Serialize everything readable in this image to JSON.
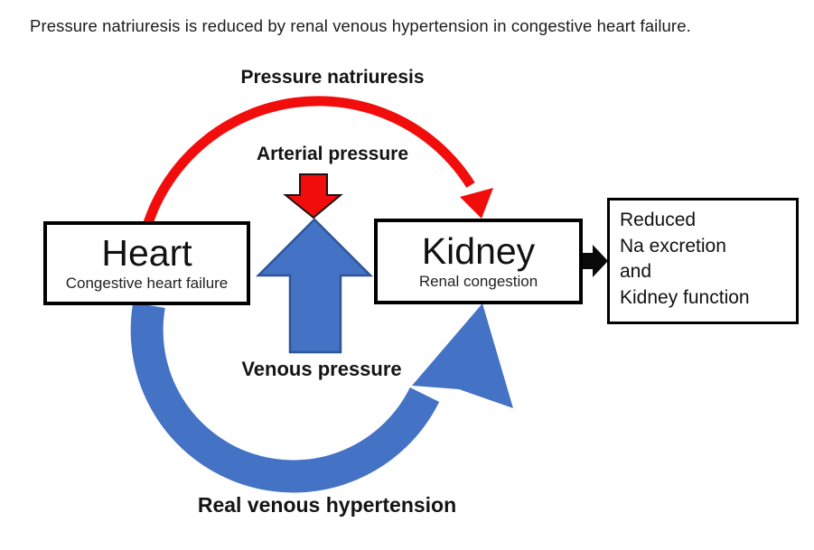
{
  "caption": "Pressure natriuresis is reduced by renal venous hypertension in congestive heart failure.",
  "labels": {
    "pressure_natriuresis": "Pressure natriuresis",
    "arterial_pressure": "Arterial pressure",
    "venous_pressure": "Venous pressure",
    "renal_venous_hypertension": "Real venous hypertension"
  },
  "nodes": {
    "heart": {
      "title": "Heart",
      "subtitle": "Congestive heart failure"
    },
    "kidney": {
      "title": "Kidney",
      "subtitle": "Renal congestion"
    },
    "outcome": {
      "lines": [
        "Reduced",
        "Na excretion",
        "and",
        "Kidney function"
      ]
    }
  },
  "colors": {
    "arrow_red": "#f20d0d",
    "arrow_blue": "#4472c4",
    "arrow_blue_outline": "#2f5597",
    "arrow_black": "#0a0a0a",
    "box_border": "#000000",
    "text": "#1c1c1c",
    "background": "#ffffff"
  }
}
